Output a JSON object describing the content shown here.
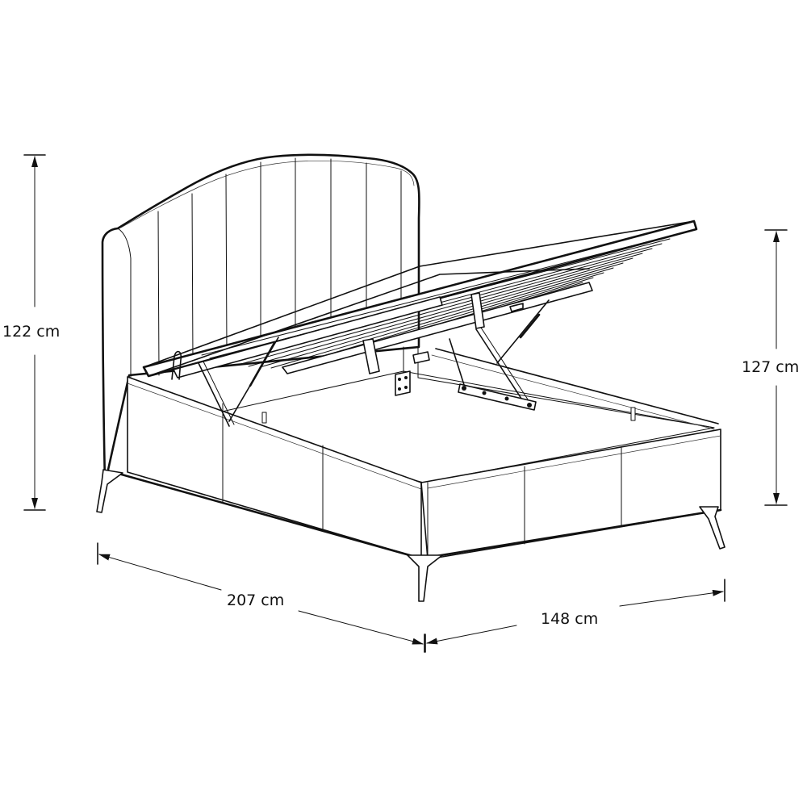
{
  "figure": {
    "subject": "Upholstered ottoman bed with lifted slatted base (gas-lift storage)",
    "line_color": "#111111",
    "background": "#ffffff"
  },
  "dimensions": {
    "height_headboard": {
      "label": "122 cm",
      "value": 122,
      "unit": "cm",
      "axis": "vertical-left"
    },
    "height_lifted_base": {
      "label": "127 cm",
      "value": 127,
      "unit": "cm",
      "axis": "vertical-right"
    },
    "length": {
      "label": "207 cm",
      "value": 207,
      "unit": "cm",
      "axis": "diagonal-left"
    },
    "width": {
      "label": "148 cm",
      "value": 148,
      "unit": "cm",
      "axis": "diagonal-right"
    }
  }
}
